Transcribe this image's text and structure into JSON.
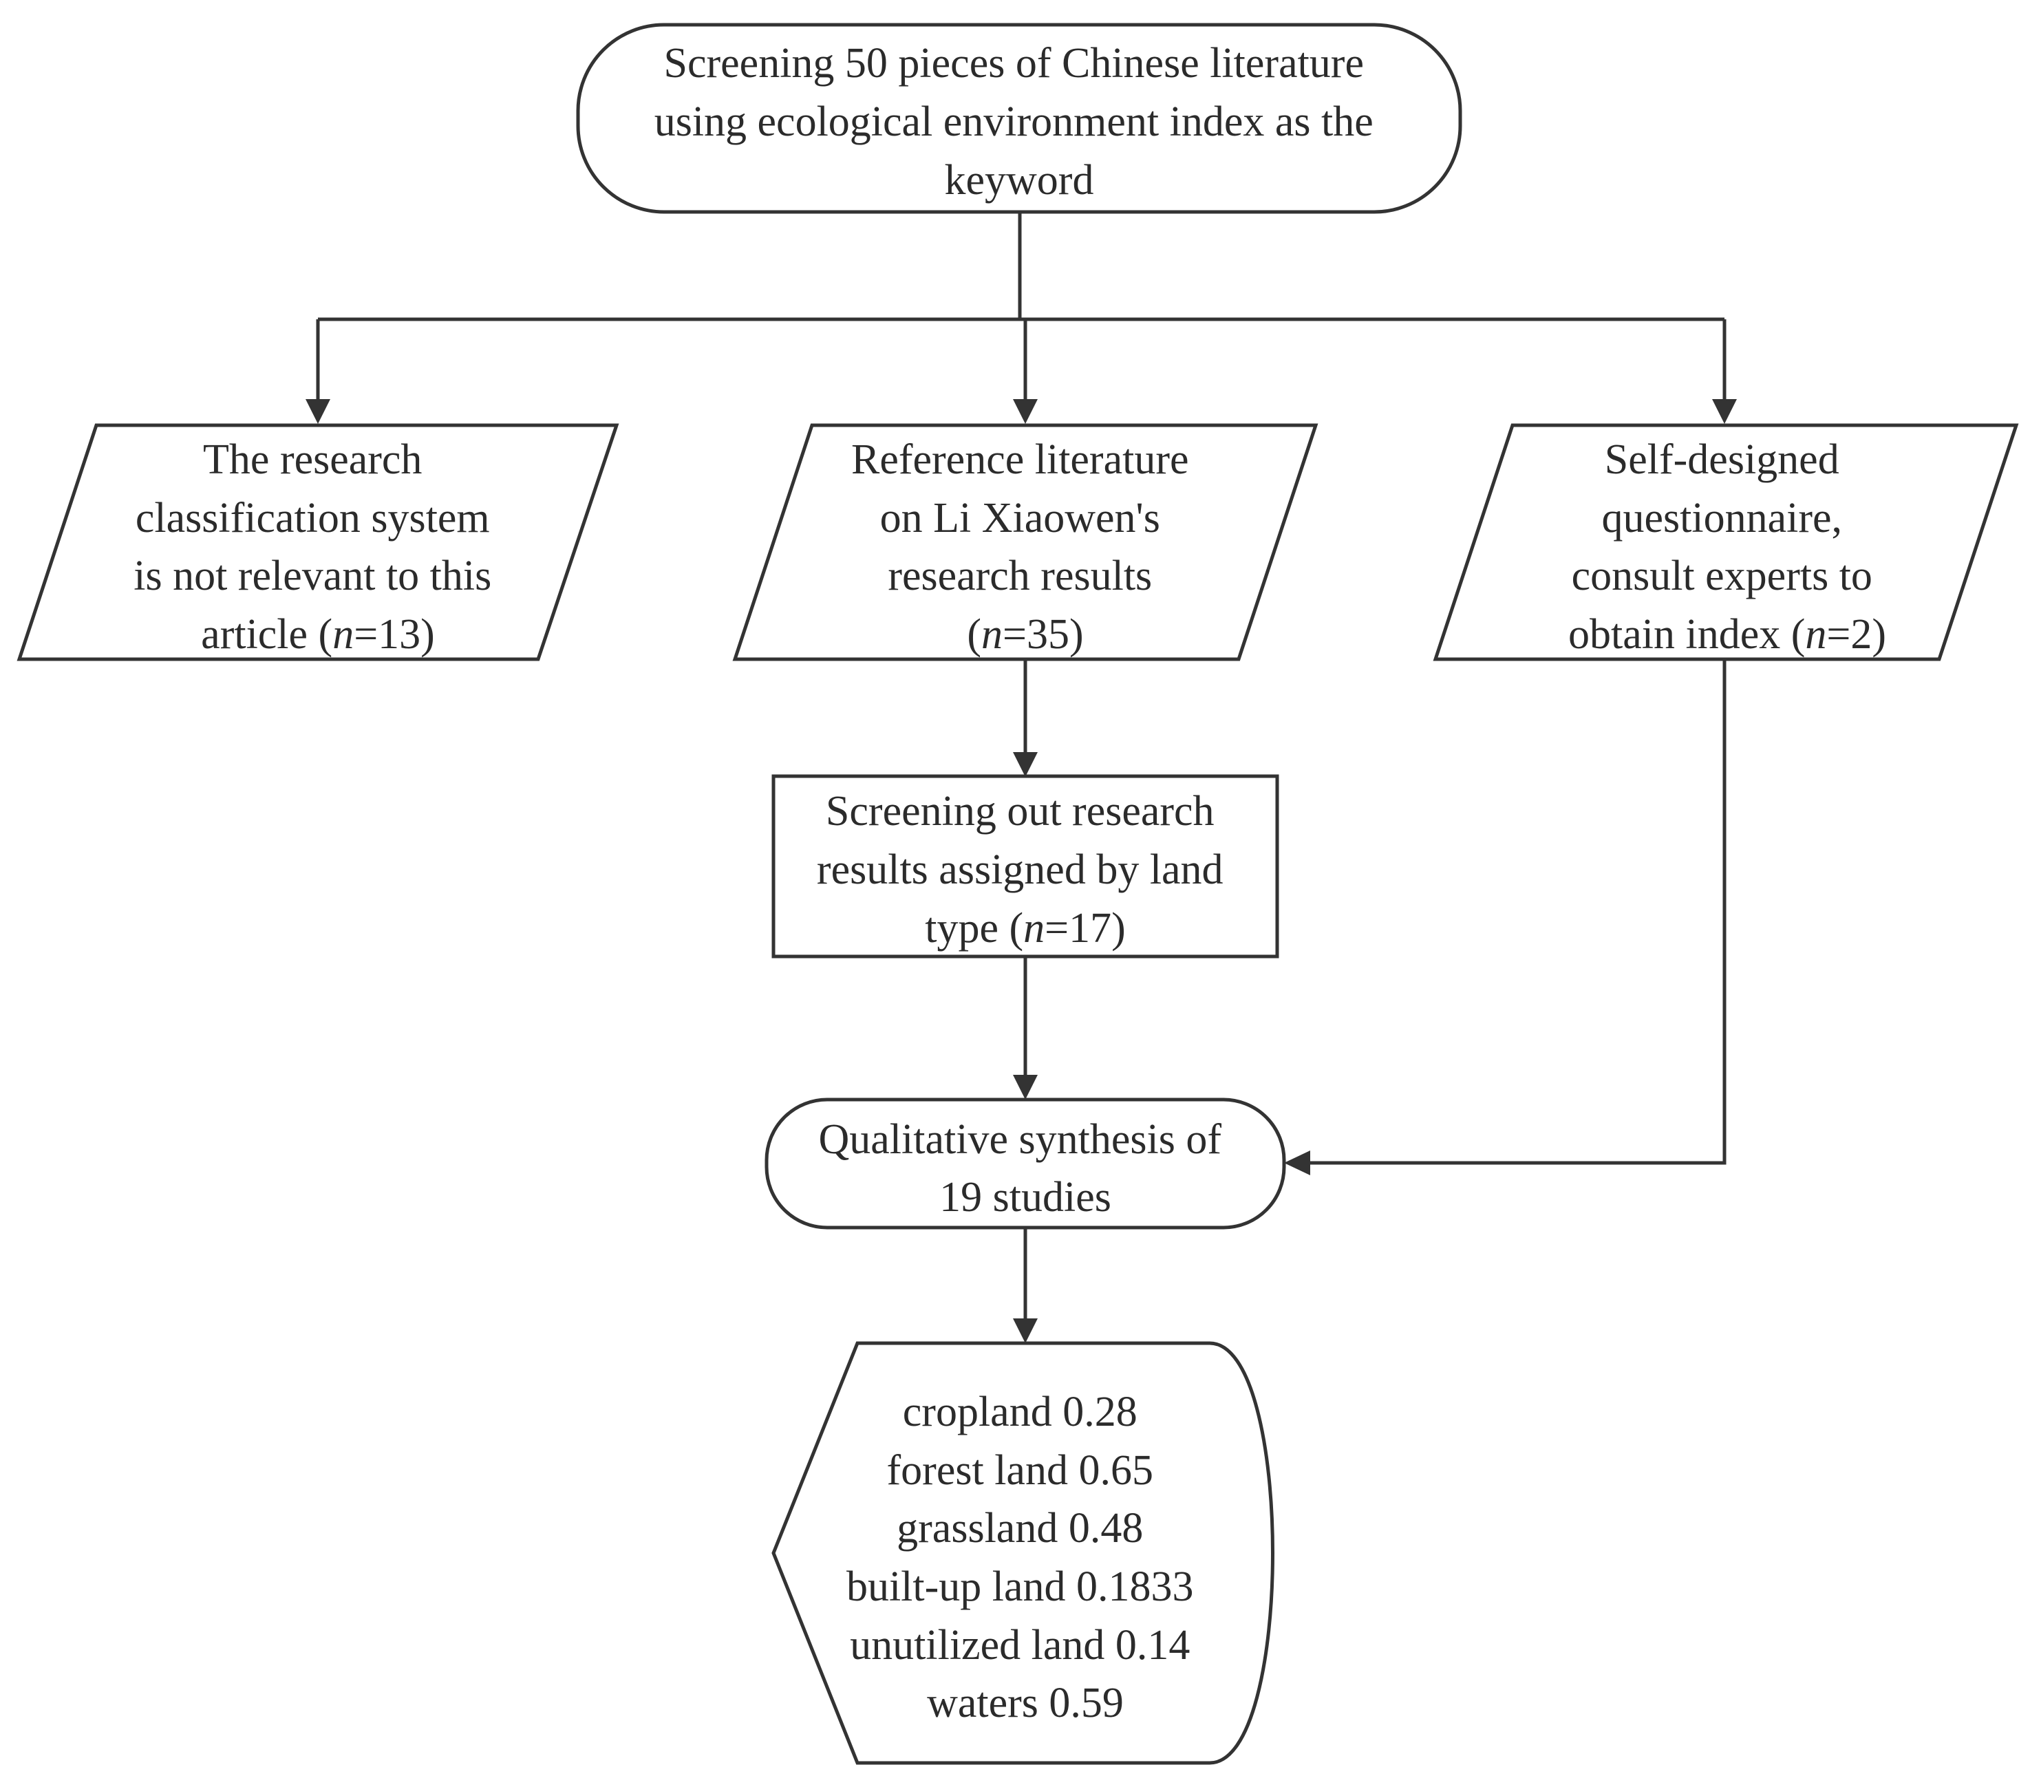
{
  "nodes": {
    "start": {
      "lines": [
        "Screening 50 pieces of Chinese literature",
        "using ecological environment index as the",
        "keyword"
      ]
    },
    "excluded": {
      "lines": [
        {
          "pre": "The research"
        },
        {
          "pre": "classification system"
        },
        {
          "pre": "is not relevant to this"
        },
        {
          "pre": "article (",
          "it": "n",
          "post": "=13)"
        }
      ]
    },
    "reference": {
      "lines": [
        {
          "pre": "Reference literature"
        },
        {
          "pre": "on Li Xiaowen's"
        },
        {
          "pre": "research results"
        },
        {
          "pre": "(",
          "it": "n",
          "post": "=35)"
        }
      ]
    },
    "questionnaire": {
      "lines": [
        {
          "pre": "Self-designed"
        },
        {
          "pre": "questionnaire,"
        },
        {
          "pre": "consult experts to"
        },
        {
          "pre": "obtain index (",
          "it": "n",
          "post": "=2)"
        }
      ]
    },
    "land_type": {
      "lines": [
        {
          "pre": "Screening out research"
        },
        {
          "pre": "results assigned by land"
        },
        {
          "pre": "type (",
          "it": "n",
          "post": "=17)"
        }
      ]
    },
    "synthesis": {
      "lines": [
        "Qualitative synthesis of",
        "19 studies"
      ]
    },
    "result": {
      "lines": [
        "cropland 0.28",
        "forest land 0.65",
        "grassland 0.48",
        "built-up land 0.1833",
        "unutilized land 0.14",
        "waters 0.59"
      ]
    }
  },
  "edges": [
    {
      "from": "start",
      "to": "excluded"
    },
    {
      "from": "start",
      "to": "reference"
    },
    {
      "from": "start",
      "to": "questionnaire"
    },
    {
      "from": "reference",
      "to": "land_type"
    },
    {
      "from": "land_type",
      "to": "synthesis"
    },
    {
      "from": "questionnaire",
      "to": "synthesis"
    },
    {
      "from": "synthesis",
      "to": "result"
    }
  ]
}
